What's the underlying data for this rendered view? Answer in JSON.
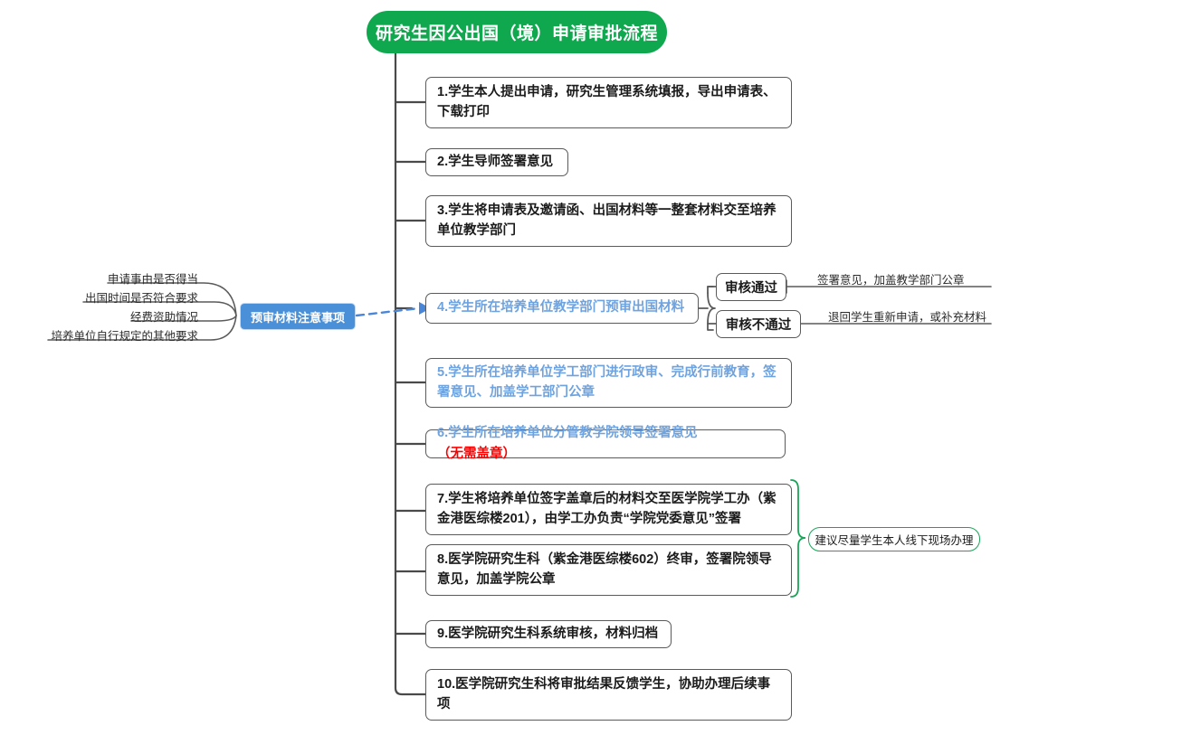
{
  "title": {
    "text": "研究生因公出国（境）申请审批流程"
  },
  "colors": {
    "title_bg": "#10a84f",
    "box_border": "#5a5a5a",
    "blue_text": "#6ea3e0",
    "red_text": "#ff0000",
    "note_blue_bg": "#4a90d9",
    "note_green_border": "#18a558",
    "spine": "#4a4a4a",
    "dashed_arrow": "#4a86d8"
  },
  "steps": [
    {
      "id": "step-1",
      "text": "1.学生本人提出申请，研究生管理系统填报，导出申请表、下载打印",
      "style": "black"
    },
    {
      "id": "step-2",
      "text": "2.学生导师签署意见",
      "style": "black"
    },
    {
      "id": "step-3",
      "text": "3.学生将申请表及邀请函、出国材料等一整套材料交至培养单位教学部门",
      "style": "black"
    },
    {
      "id": "step-4",
      "text": "4.学生所在培养单位教学部门预审出国材料",
      "style": "blue"
    },
    {
      "id": "step-5",
      "text": "5.学生所在培养单位学工部门进行政审、完成行前教育，签署意见、加盖学工部门公章",
      "style": "blue"
    },
    {
      "id": "step-6",
      "text": "6.学生所在培养单位分管教学院领导签署意见",
      "suffix": "（无需盖章）",
      "style": "blue"
    },
    {
      "id": "step-7",
      "text": "7.学生将培养单位签字盖章后的材料交至医学院学工办（紫金港医综楼201），由学工办负责“学院党委意见”签署",
      "style": "black"
    },
    {
      "id": "step-8",
      "text": "8.医学院研究生科（紫金港医综楼602）终审，签署院领导意见，加盖学院公章",
      "style": "black"
    },
    {
      "id": "step-9",
      "text": "9.医学院研究生科系统审核，材料归档",
      "style": "black"
    },
    {
      "id": "step-10",
      "text": "10.医学院研究生科将审批结果反馈学生，协助办理后续事项",
      "style": "black"
    }
  ],
  "branches": [
    {
      "id": "branch-pass",
      "label": "审核通过",
      "outcome": "签署意见，加盖教学部门公章"
    },
    {
      "id": "branch-fail",
      "label": "审核不通过",
      "outcome": "退回学生重新申请，或补充材料"
    }
  ],
  "prereview": {
    "title": "预审材料注意事项",
    "items": [
      "申请事由是否得当",
      "出国时间是否符合要求",
      "经费资助情况",
      "培养单位自行规定的其他要求"
    ]
  },
  "green_note": {
    "text": "建议尽量学生本人线下现场办理"
  }
}
